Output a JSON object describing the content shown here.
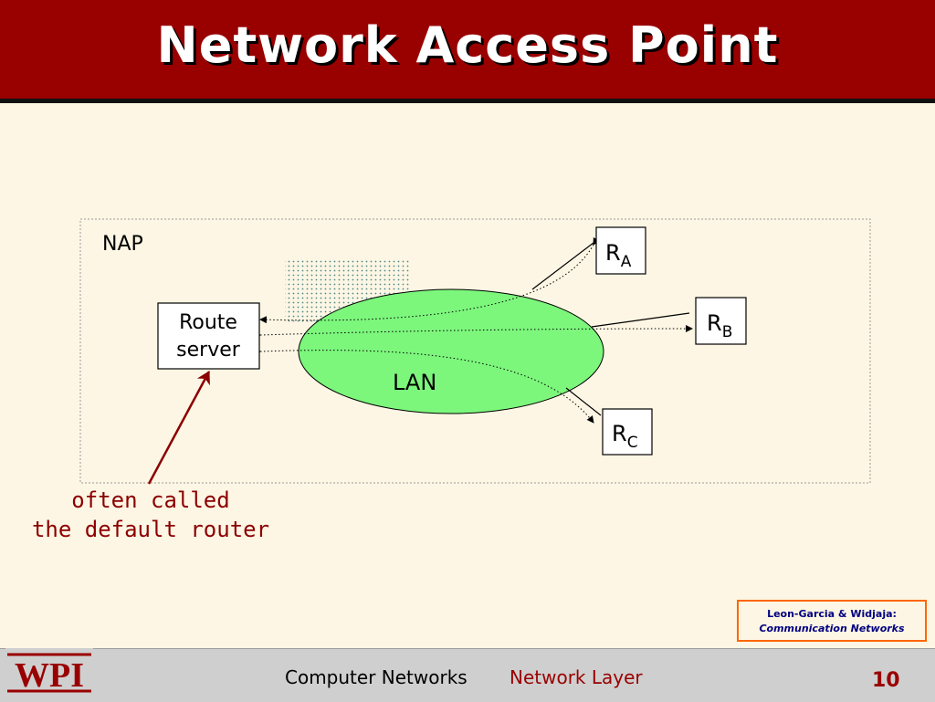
{
  "slide": {
    "title": "Network Access Point"
  },
  "diagram": {
    "nap_label": "NAP",
    "lan_label": "LAN",
    "route_server": {
      "line1": "Route",
      "line2": "server"
    },
    "routers": [
      {
        "main": "R",
        "sub": "A"
      },
      {
        "main": "R",
        "sub": "B"
      },
      {
        "main": "R",
        "sub": "C"
      }
    ],
    "annotation": {
      "line1": "often called",
      "line2": "the default router"
    }
  },
  "citation": {
    "line1": "Leon-Garcia & Widjaja:",
    "line2": "Communication Networks"
  },
  "footer": {
    "logo_text": "WPI",
    "course": "Computer Networks",
    "topic": "Network Layer",
    "page_number": "10"
  },
  "colors": {
    "title_bar": "#990000",
    "background": "#fdf6e4",
    "lan_fill": "#7cf77c",
    "annotation": "#8b0000",
    "citation_border": "#ff6600"
  }
}
